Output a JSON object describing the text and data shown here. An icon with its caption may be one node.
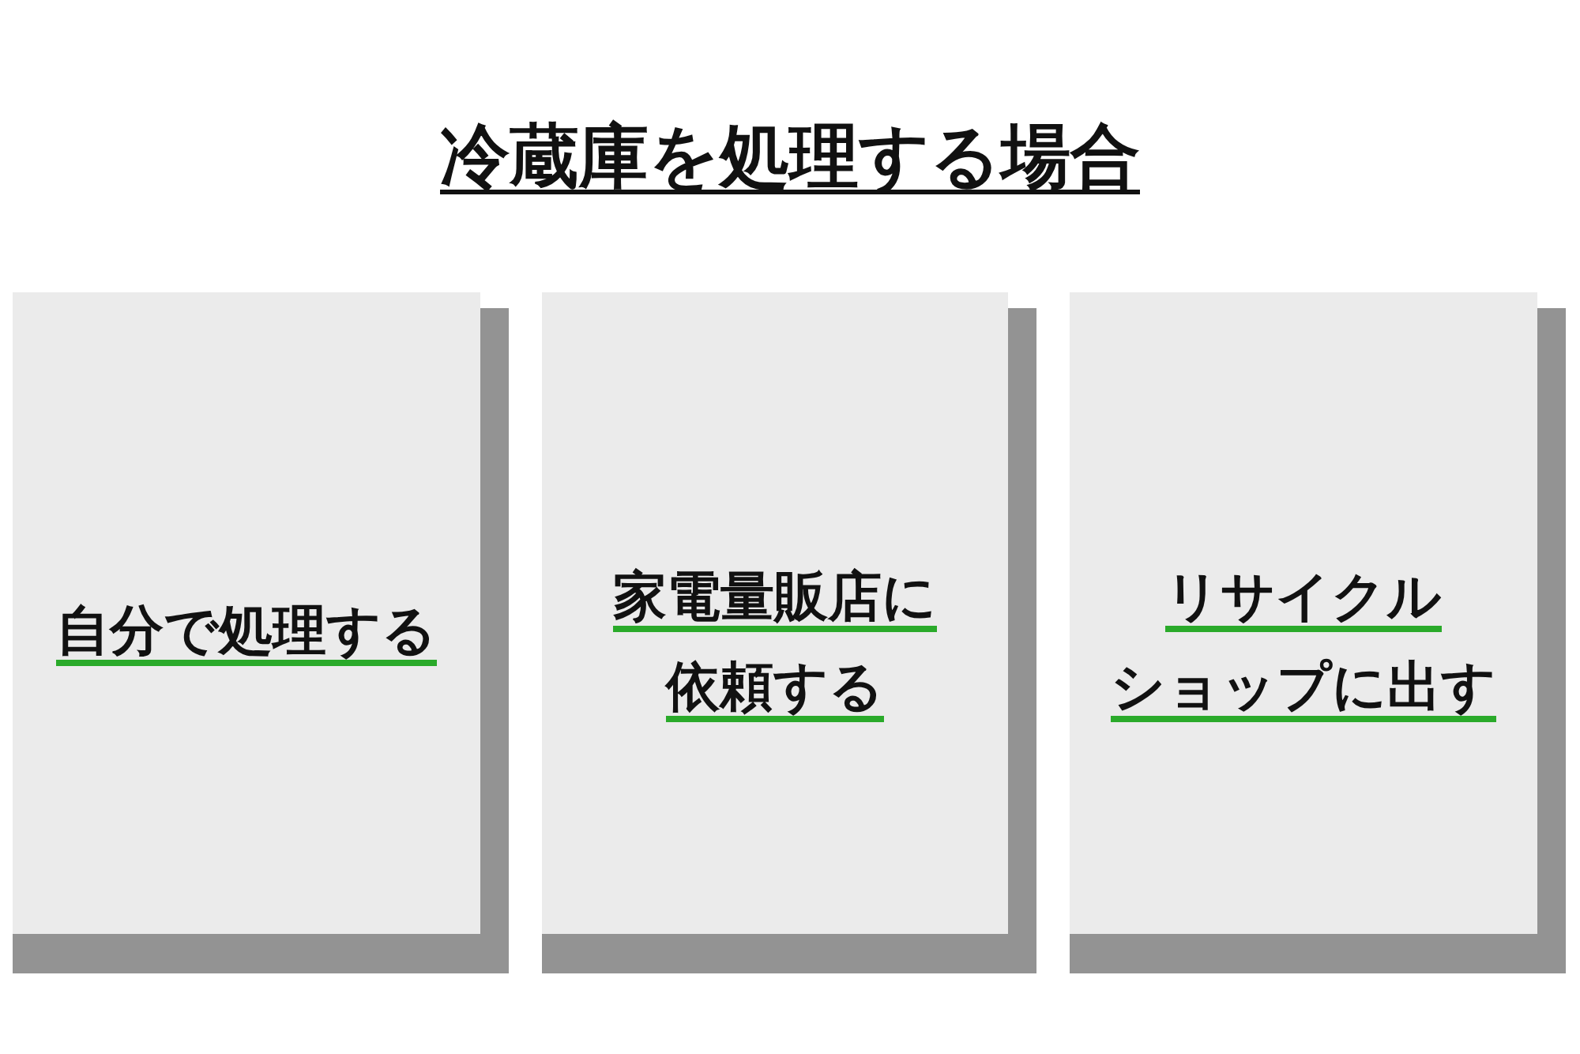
{
  "diagram": {
    "title": "冷蔵庫を処理する場合",
    "nodes": [
      {
        "text": [
          "自分で処理する"
        ]
      },
      {
        "text": [
          "家電量販店に依頼する"
        ]
      },
      {
        "text": [
          "リサイクルショップに出す"
        ]
      }
    ]
  }
}
